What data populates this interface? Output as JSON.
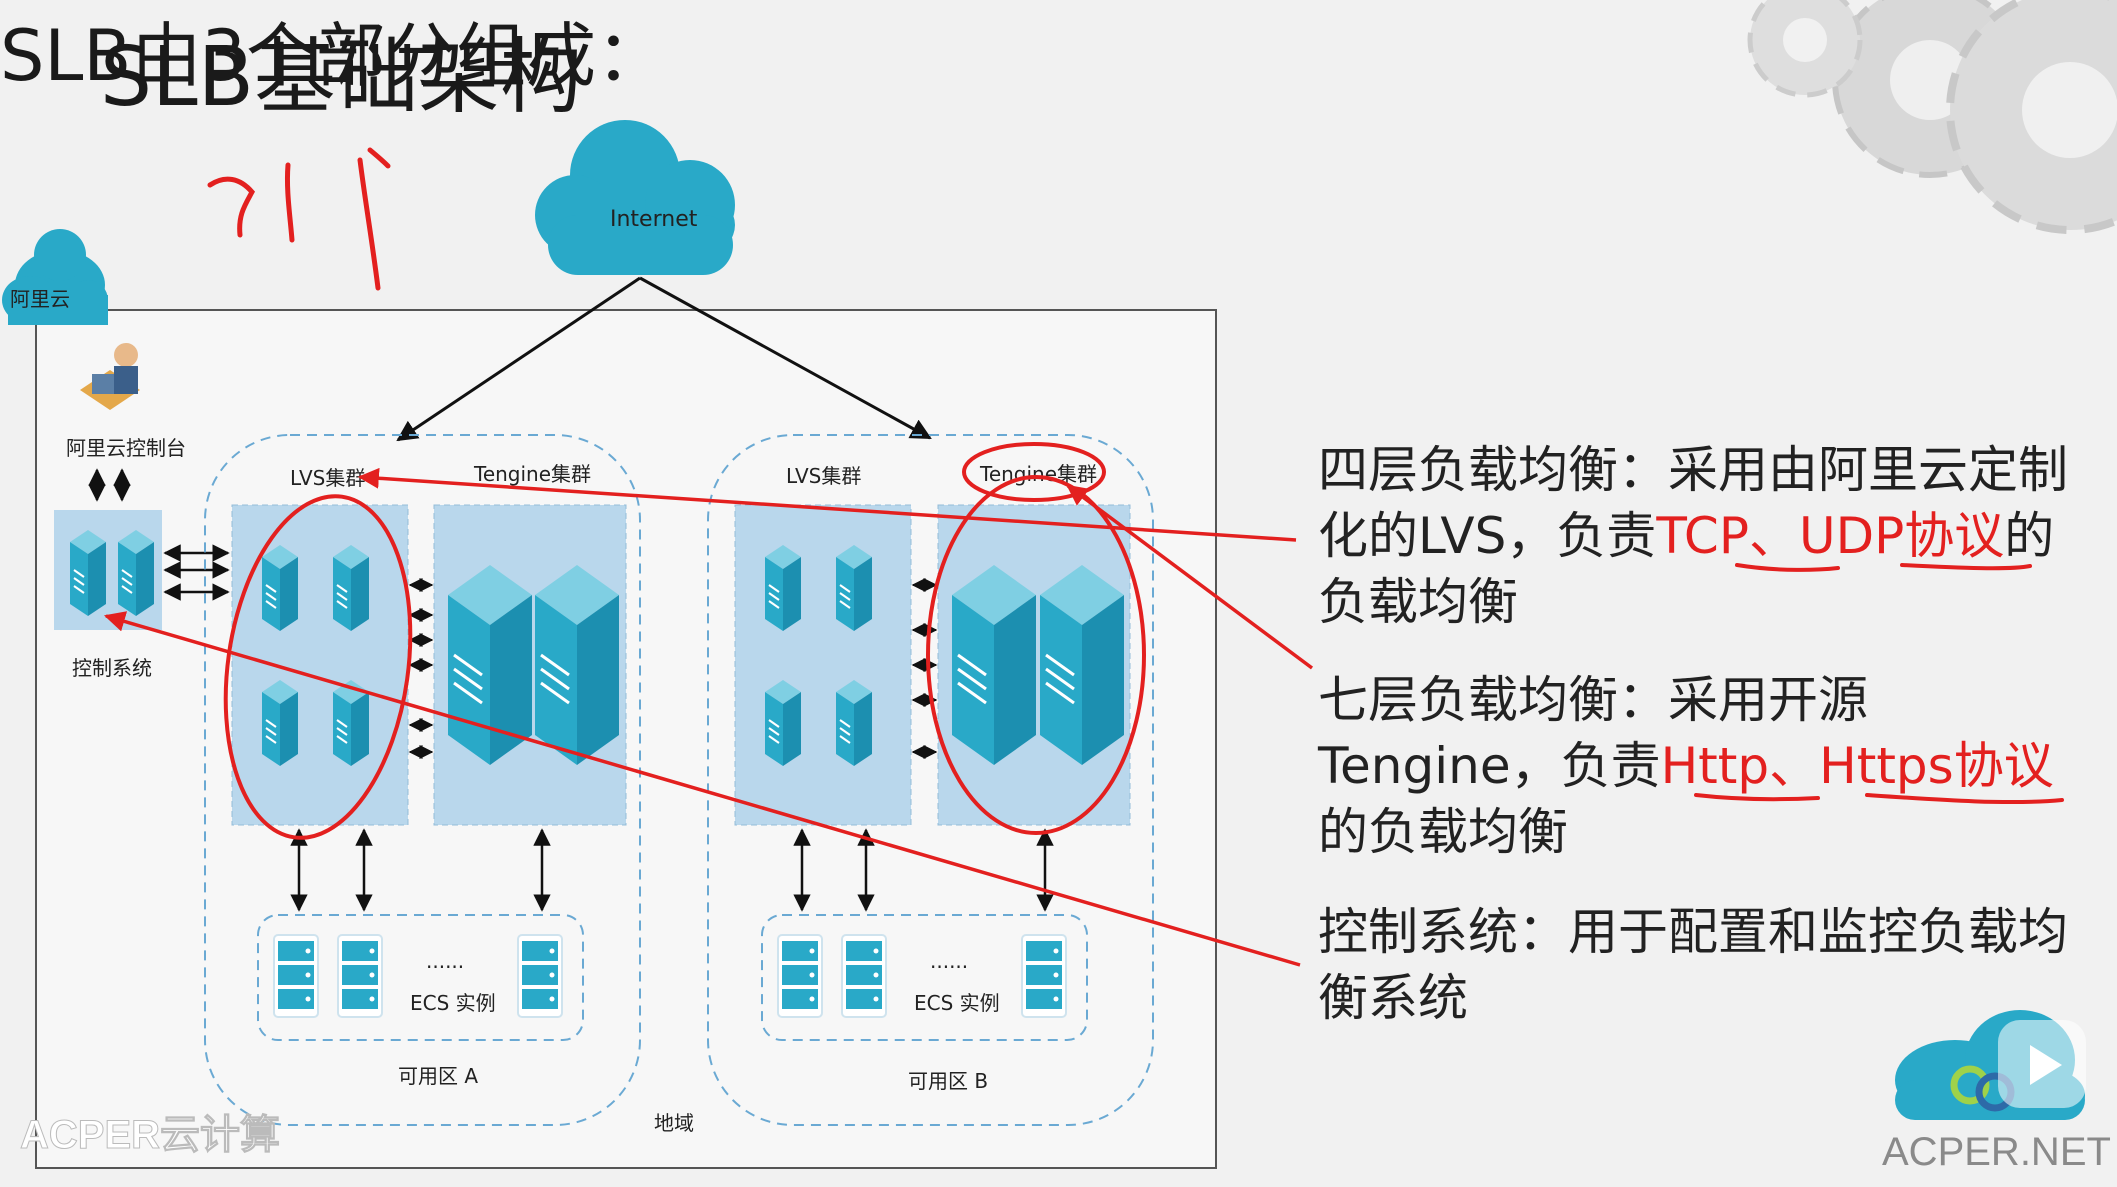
{
  "title": "SLB基础架构",
  "heading": "SLB由3个部分组成：",
  "parts": [
    {
      "name": "四层负载均衡",
      "sep": "：",
      "text1": "采用由阿里云定制化的LVS，负责",
      "hl1": "TCP",
      "mid": "、",
      "hl2": "UDP协议",
      "text2": "的负载均衡"
    },
    {
      "name": "七层负载均衡",
      "sep": "：",
      "text1": "采用开源Tengine，负责",
      "hl1": "Http",
      "mid": "、",
      "hl2": "Https协议",
      "text2": "的负载均衡"
    },
    {
      "name": "控制系统",
      "sep": "：",
      "text1": "用于配置和监控负载均衡系统"
    }
  ],
  "diagram": {
    "internet": "Internet",
    "cloud_label": "阿里云",
    "console_label": "阿里云控制台",
    "control_label": "控制系统",
    "lvs_a": "LVS集群",
    "tengine_a": "Tengine集群",
    "lvs_b": "LVS集群",
    "tengine_b": "Tengine集群",
    "ellipsis_a": "......",
    "ellipsis_b": "......",
    "ecs_a": "ECS 实例",
    "ecs_b": "ECS 实例",
    "zone_a": "可用区 A",
    "zone_b": "可用区 B",
    "region": "地域"
  },
  "watermarks": {
    "left": "ACPER云计算",
    "brand": "ACPER.NET"
  },
  "colors": {
    "accent_red": "#e3201f",
    "server_teal": "#29a9c8",
    "panel_blue": "#b9d7ec"
  }
}
